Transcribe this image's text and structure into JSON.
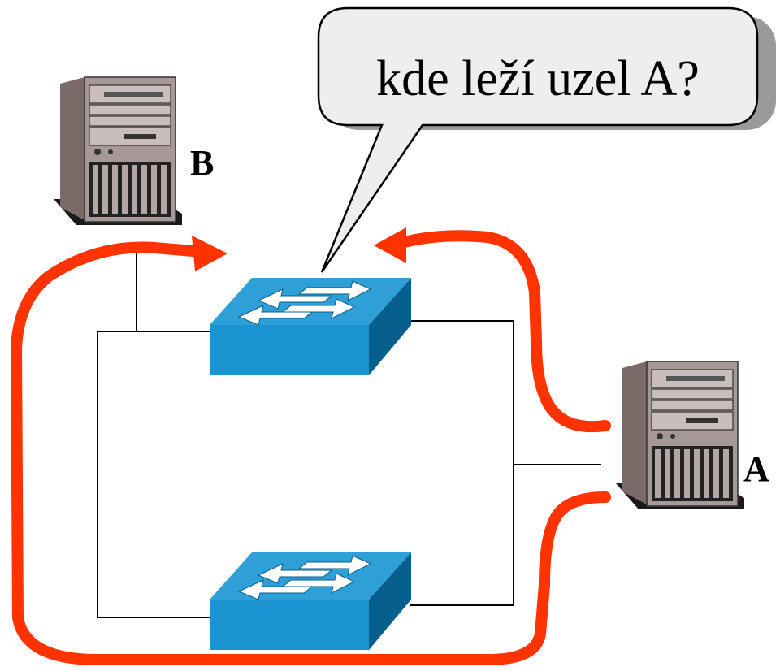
{
  "speech_bubble": {
    "text": "kde leží uzel A?"
  },
  "nodes": {
    "b": {
      "label": "B",
      "icon": "server-tower-icon"
    },
    "a": {
      "label": "A",
      "icon": "server-tower-icon"
    }
  },
  "switches": [
    {
      "icon": "network-switch-icon"
    },
    {
      "icon": "network-switch-icon"
    }
  ],
  "colors": {
    "flood_path": "#ff3300",
    "switch_top": "#2f9fd8",
    "switch_front": "#1a93d0",
    "switch_side": "#075f8e",
    "link": "#000000"
  }
}
